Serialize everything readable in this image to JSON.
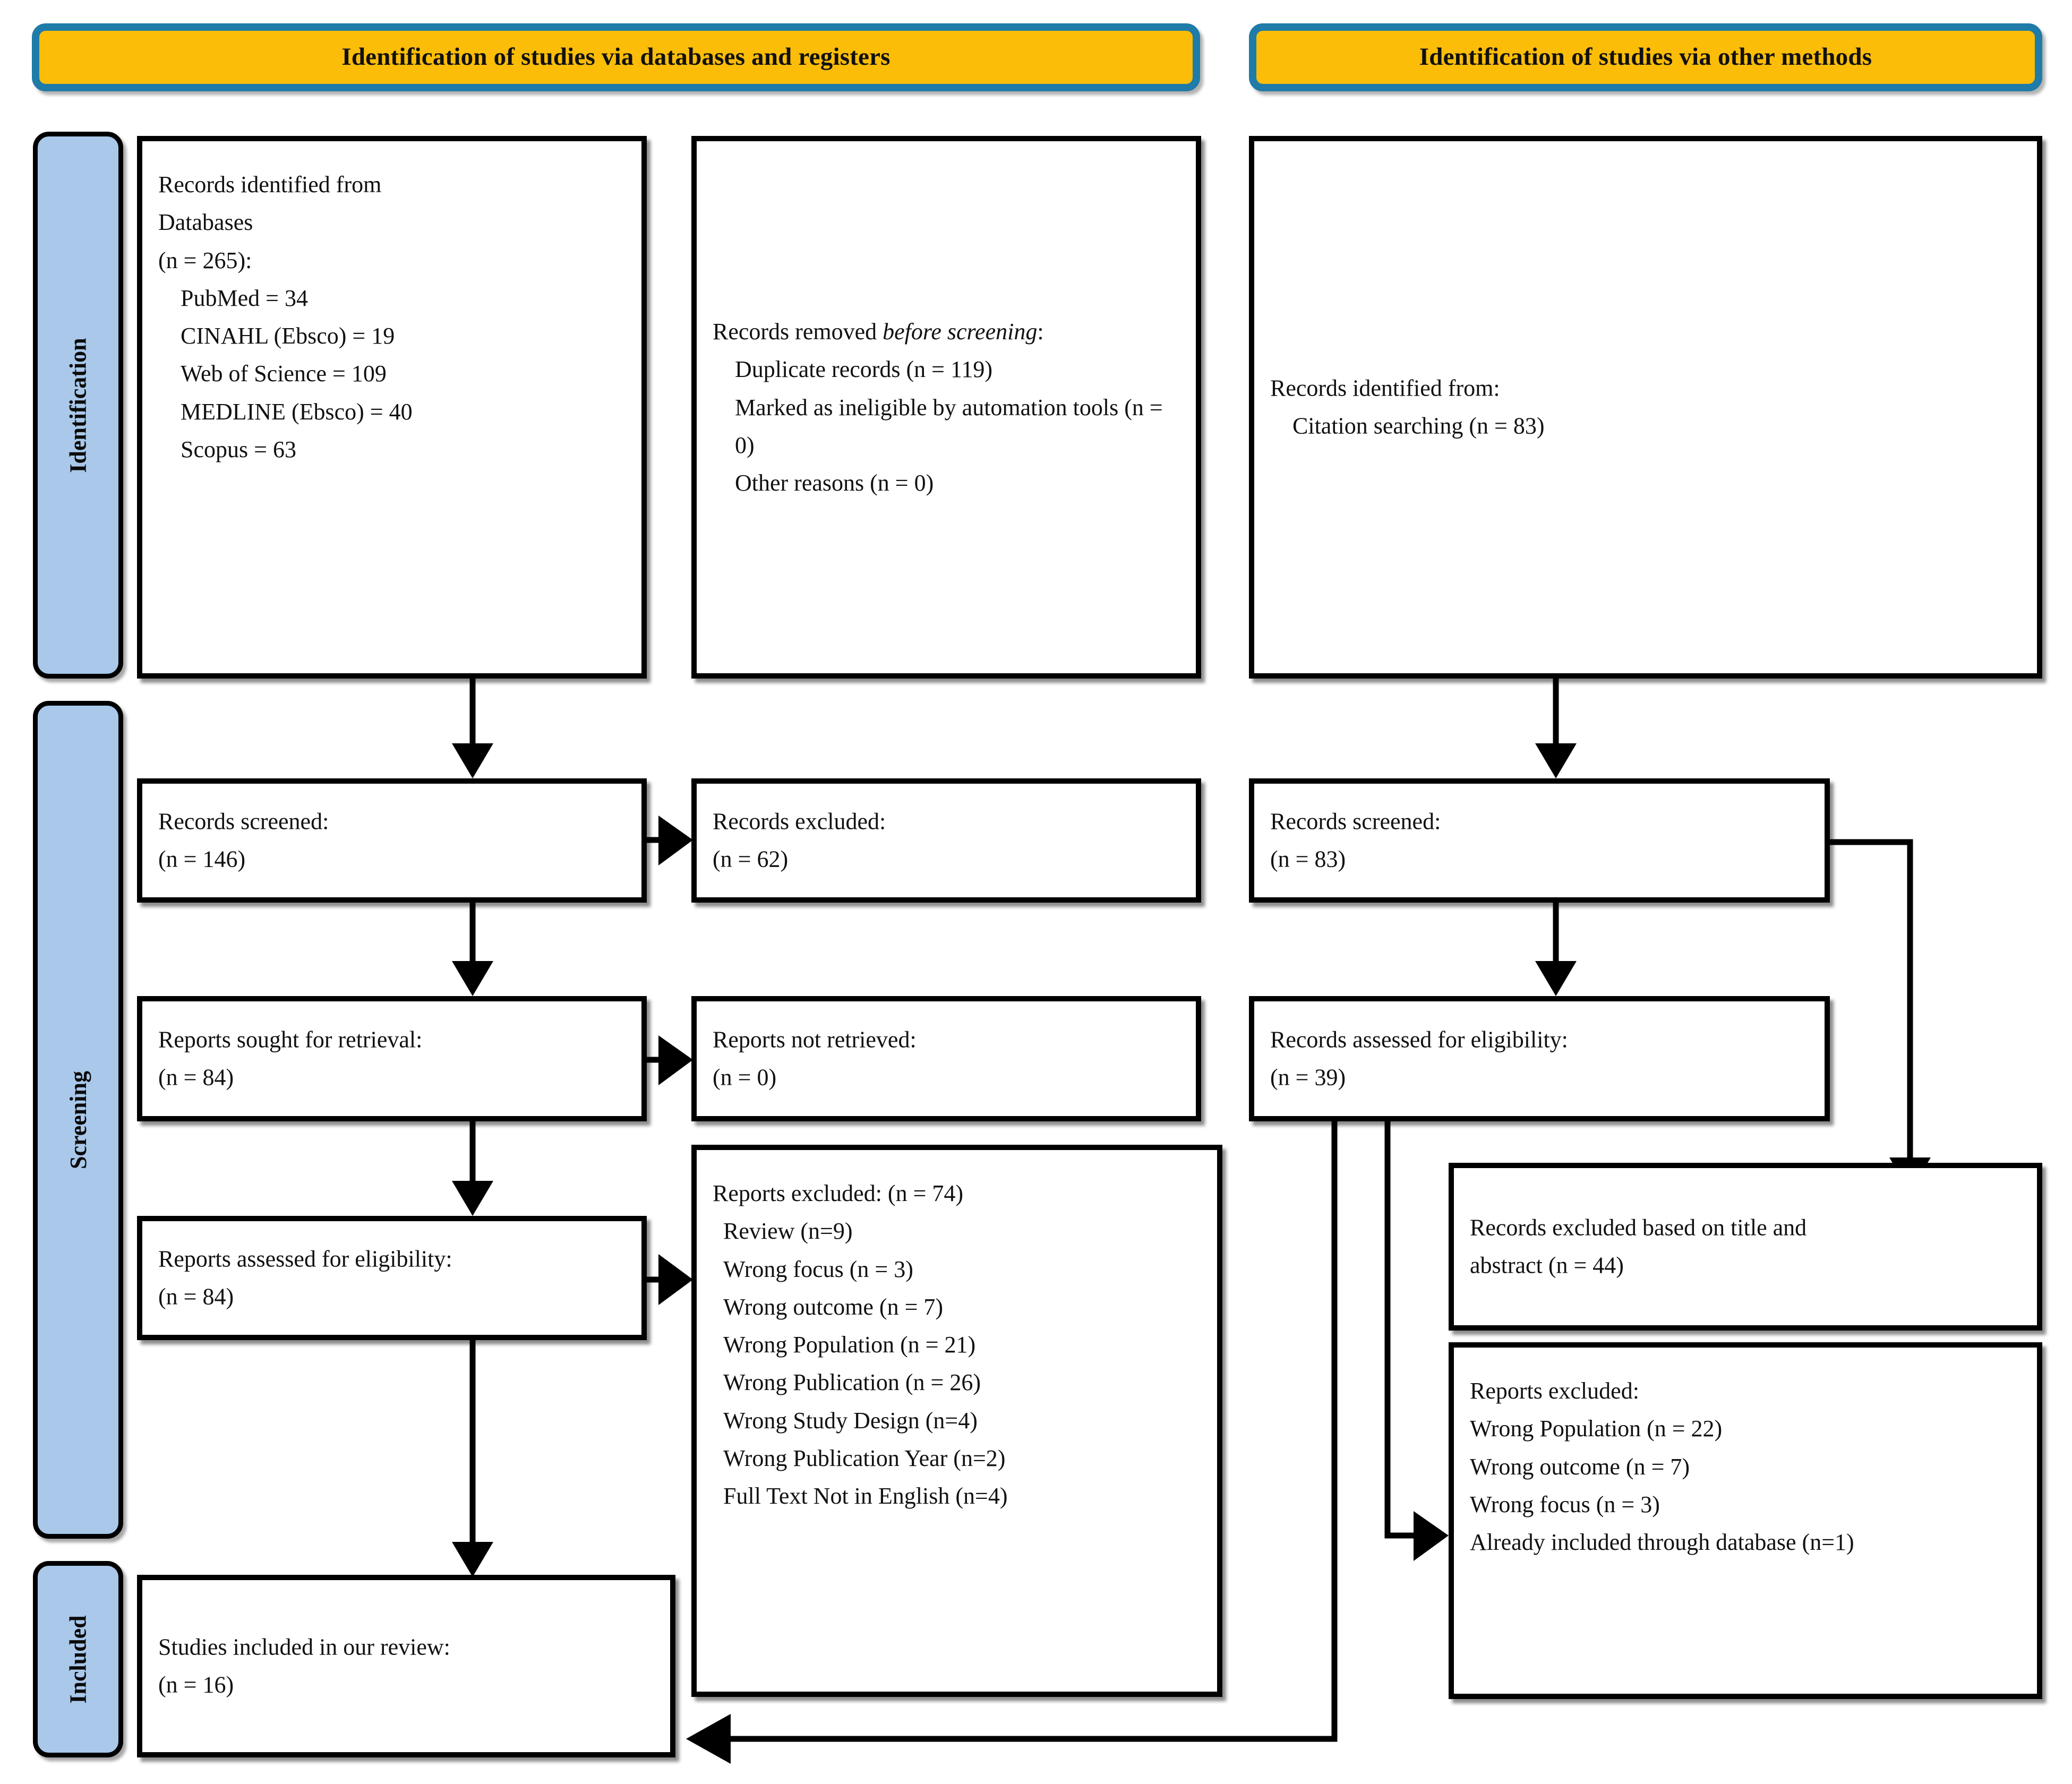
{
  "diagram": {
    "type": "prisma-flow-diagram",
    "headers": [
      {
        "id": "databases",
        "label": "Identification of studies via databases and registers"
      },
      {
        "id": "other",
        "label": "Identification of studies via other methods"
      }
    ],
    "stage_labels": [
      {
        "id": "identification",
        "label": "Identification"
      },
      {
        "id": "screening",
        "label": "Screening"
      },
      {
        "id": "included",
        "label": "Included"
      }
    ],
    "colors": {
      "banner_fill": "#FBBD08",
      "banner_border": "#1F7BA8",
      "stage_pill_fill": "#A9C8EA",
      "box_border": "#000000",
      "box_fill": "#FFFFFF",
      "text": "#111111"
    },
    "boxes": {
      "records_identified_databases": {
        "title": "Records identified from",
        "subtitle": "Databases",
        "count_line": "(n = 265):",
        "sources": [
          "PubMed = 34",
          "CINAHL (Ebsco) = 19",
          "Web of Science = 109",
          "MEDLINE (Ebsco) = 40",
          "Scopus =  63"
        ]
      },
      "records_removed_before_screening": {
        "title_pre": "Records removed ",
        "title_italic": "before screening",
        "title_post": ":",
        "items": [
          "Duplicate records (n = 119)",
          "Marked as ineligible by automation tools (n = 0)",
          "Other reasons (n = 0)"
        ]
      },
      "records_identified_other": {
        "title": "Records identified from:",
        "items": [
          "Citation searching (n = 83)"
        ]
      },
      "records_screened_db": {
        "title": "Records screened:",
        "count": "(n = 146)"
      },
      "records_excluded_db": {
        "title": "Records excluded:",
        "count": "(n = 62)"
      },
      "records_screened_other": {
        "title": "Records screened:",
        "count": "(n = 83)"
      },
      "reports_sought": {
        "title": "Reports sought for retrieval:",
        "count": "(n = 84)"
      },
      "reports_not_retrieved": {
        "title": "Reports not retrieved:",
        "count": "(n = 0)"
      },
      "records_assessed_other": {
        "title": "Records assessed for eligibility:",
        "count": "(n = 39)"
      },
      "reports_assessed_db": {
        "title": "Reports assessed for eligibility:",
        "count": "(n = 84)"
      },
      "reports_excluded_db": {
        "title": "Reports excluded: (n = 74)",
        "reasons": [
          "Review (n=9)",
          "Wrong focus (n = 3)",
          "Wrong outcome (n = 7)",
          "Wrong Population (n = 21)",
          "Wrong Publication (n = 26)",
          "Wrong Study Design (n=4)",
          "Wrong Publication Year (n=2)",
          "Full Text Not in English (n=4)"
        ]
      },
      "records_excluded_title_abstract": {
        "line1": "Records excluded based on title and",
        "line2": "abstract (n = 44)"
      },
      "reports_excluded_other": {
        "title": "Reports excluded:",
        "reasons": [
          "Wrong Population (n = 22)",
          "Wrong outcome (n = 7)",
          " Wrong focus (n = 3)",
          "Already included through database (n=1)"
        ]
      },
      "studies_included": {
        "title": "Studies included in our review:",
        "count": "(n = 16)"
      }
    }
  }
}
